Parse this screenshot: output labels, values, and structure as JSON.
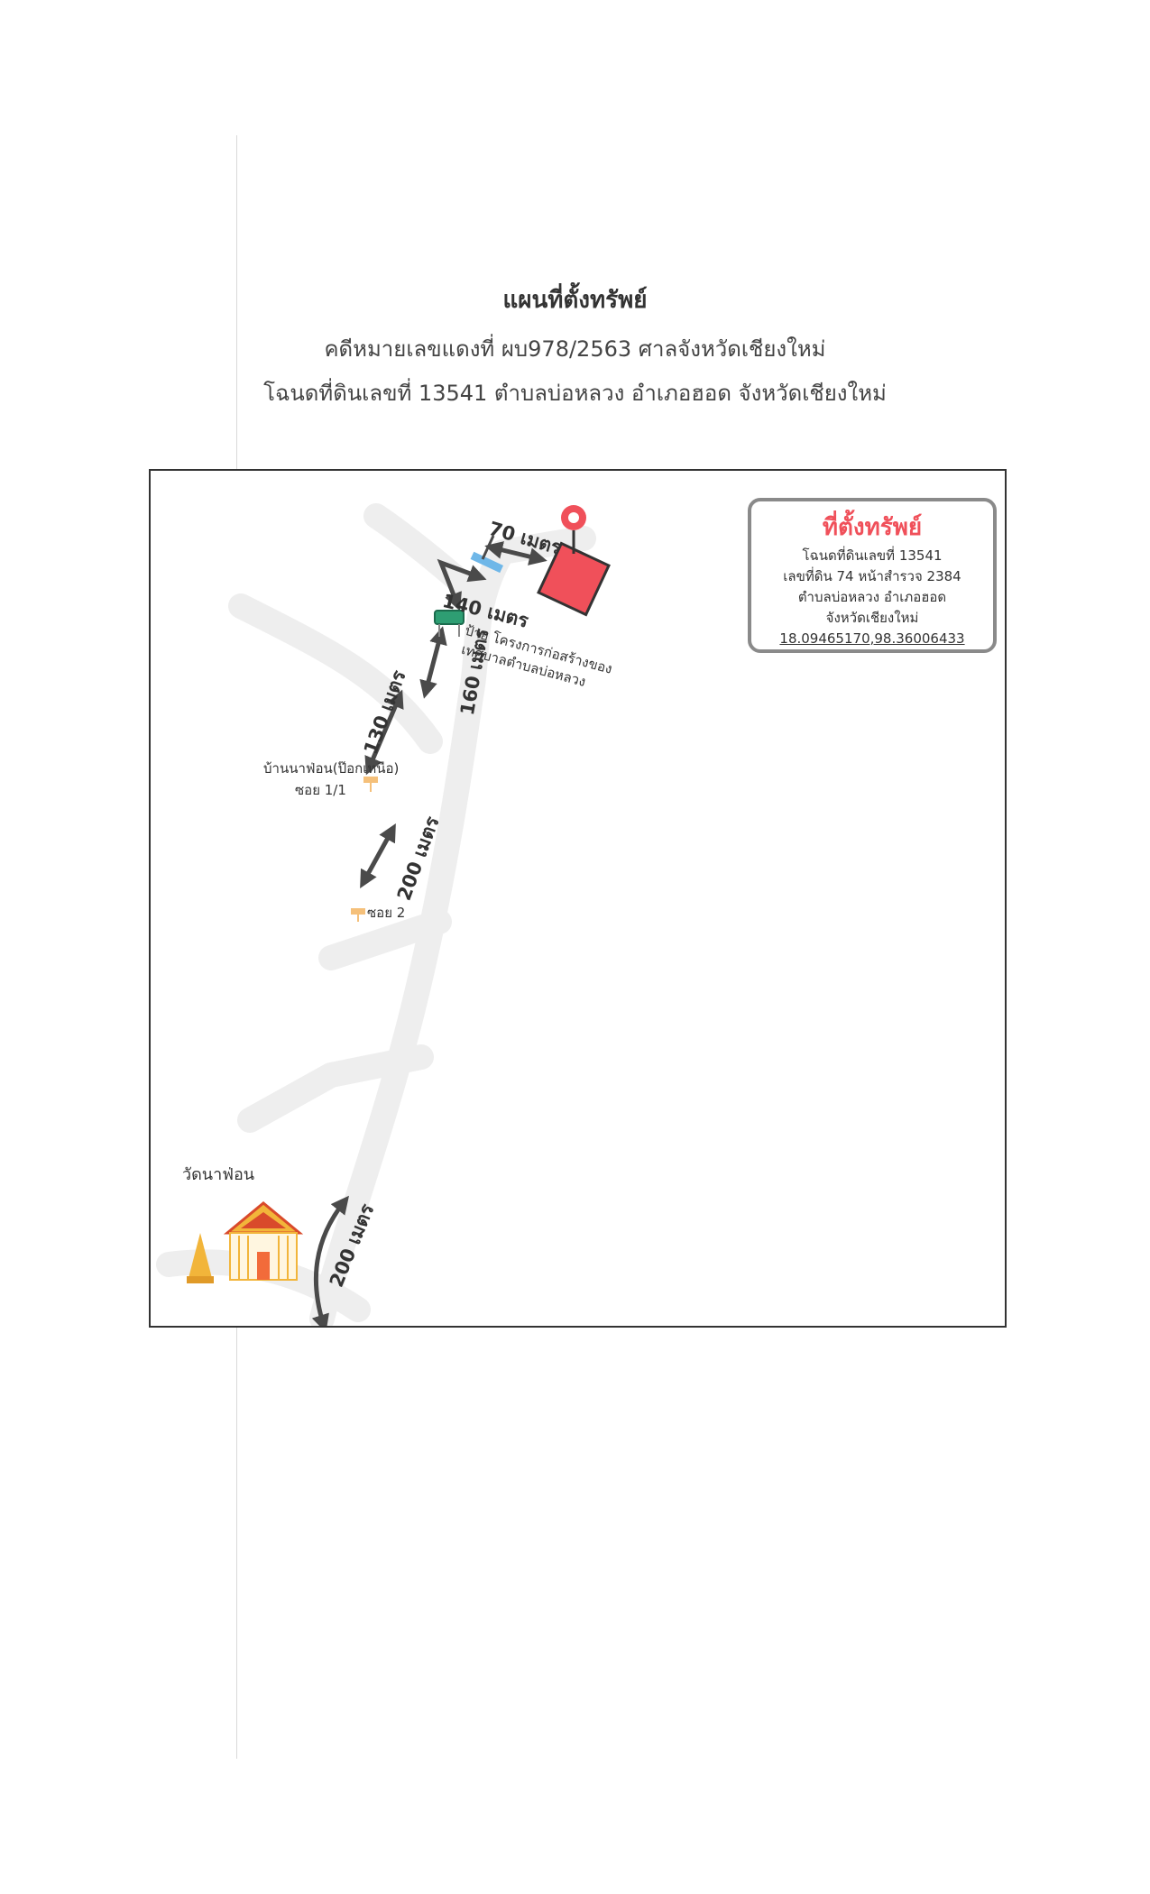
{
  "document": {
    "title": "แผนที่ตั้งทรัพย์",
    "case_line": "คดีหมายเลขแดงที่ ผบ978/2563  ศาลจังหวัดเชียงใหม่",
    "deed_line": "โฉนดที่ดินเลขที่ 13541 ตำบลบ่อหลวง อำเภอฮอด จังหวัดเชียงใหม่"
  },
  "info_box": {
    "title": "ที่ตั้งทรัพย์",
    "line1": "โฉนดที่ดินเลขที่ 13541",
    "line2": "เลขที่ดิน 74 หน้าสำรวจ 2384",
    "line3": "ตำบลบ่อหลวง อำเภอฮอด",
    "line4": "จังหวัดเชียงใหม่",
    "coords": "18.09465170,98.36006433"
  },
  "landmarks": {
    "temple": "วัดนาฟ่อน",
    "soi_1_1_name": "บ้านนาฟ่อน(ป๊อกเหนือ)",
    "soi_1_1": "ซอย 1/1",
    "soi_2": "ซอย 2",
    "sign_line1": "ป้าย โครงการก่อสร้างของ",
    "sign_line2": "เทศบาลตำบลบ่อหลวง"
  },
  "distances": {
    "d_200_a": "200 เมตร",
    "d_200_b": "200 เมตร",
    "d_130": "130 เมตร",
    "d_160": "160 เมตร",
    "d_140": "140 เมตร",
    "d_70": "70 เมตร"
  },
  "colors": {
    "property": "#f0505a",
    "road_bg": "#eeeeee",
    "arrow": "#4a4a4a",
    "sign": "#2e9e73",
    "marker": "#f5c07a",
    "bridge": "#6fb7e8",
    "temple_gold": "#f2b53a"
  }
}
